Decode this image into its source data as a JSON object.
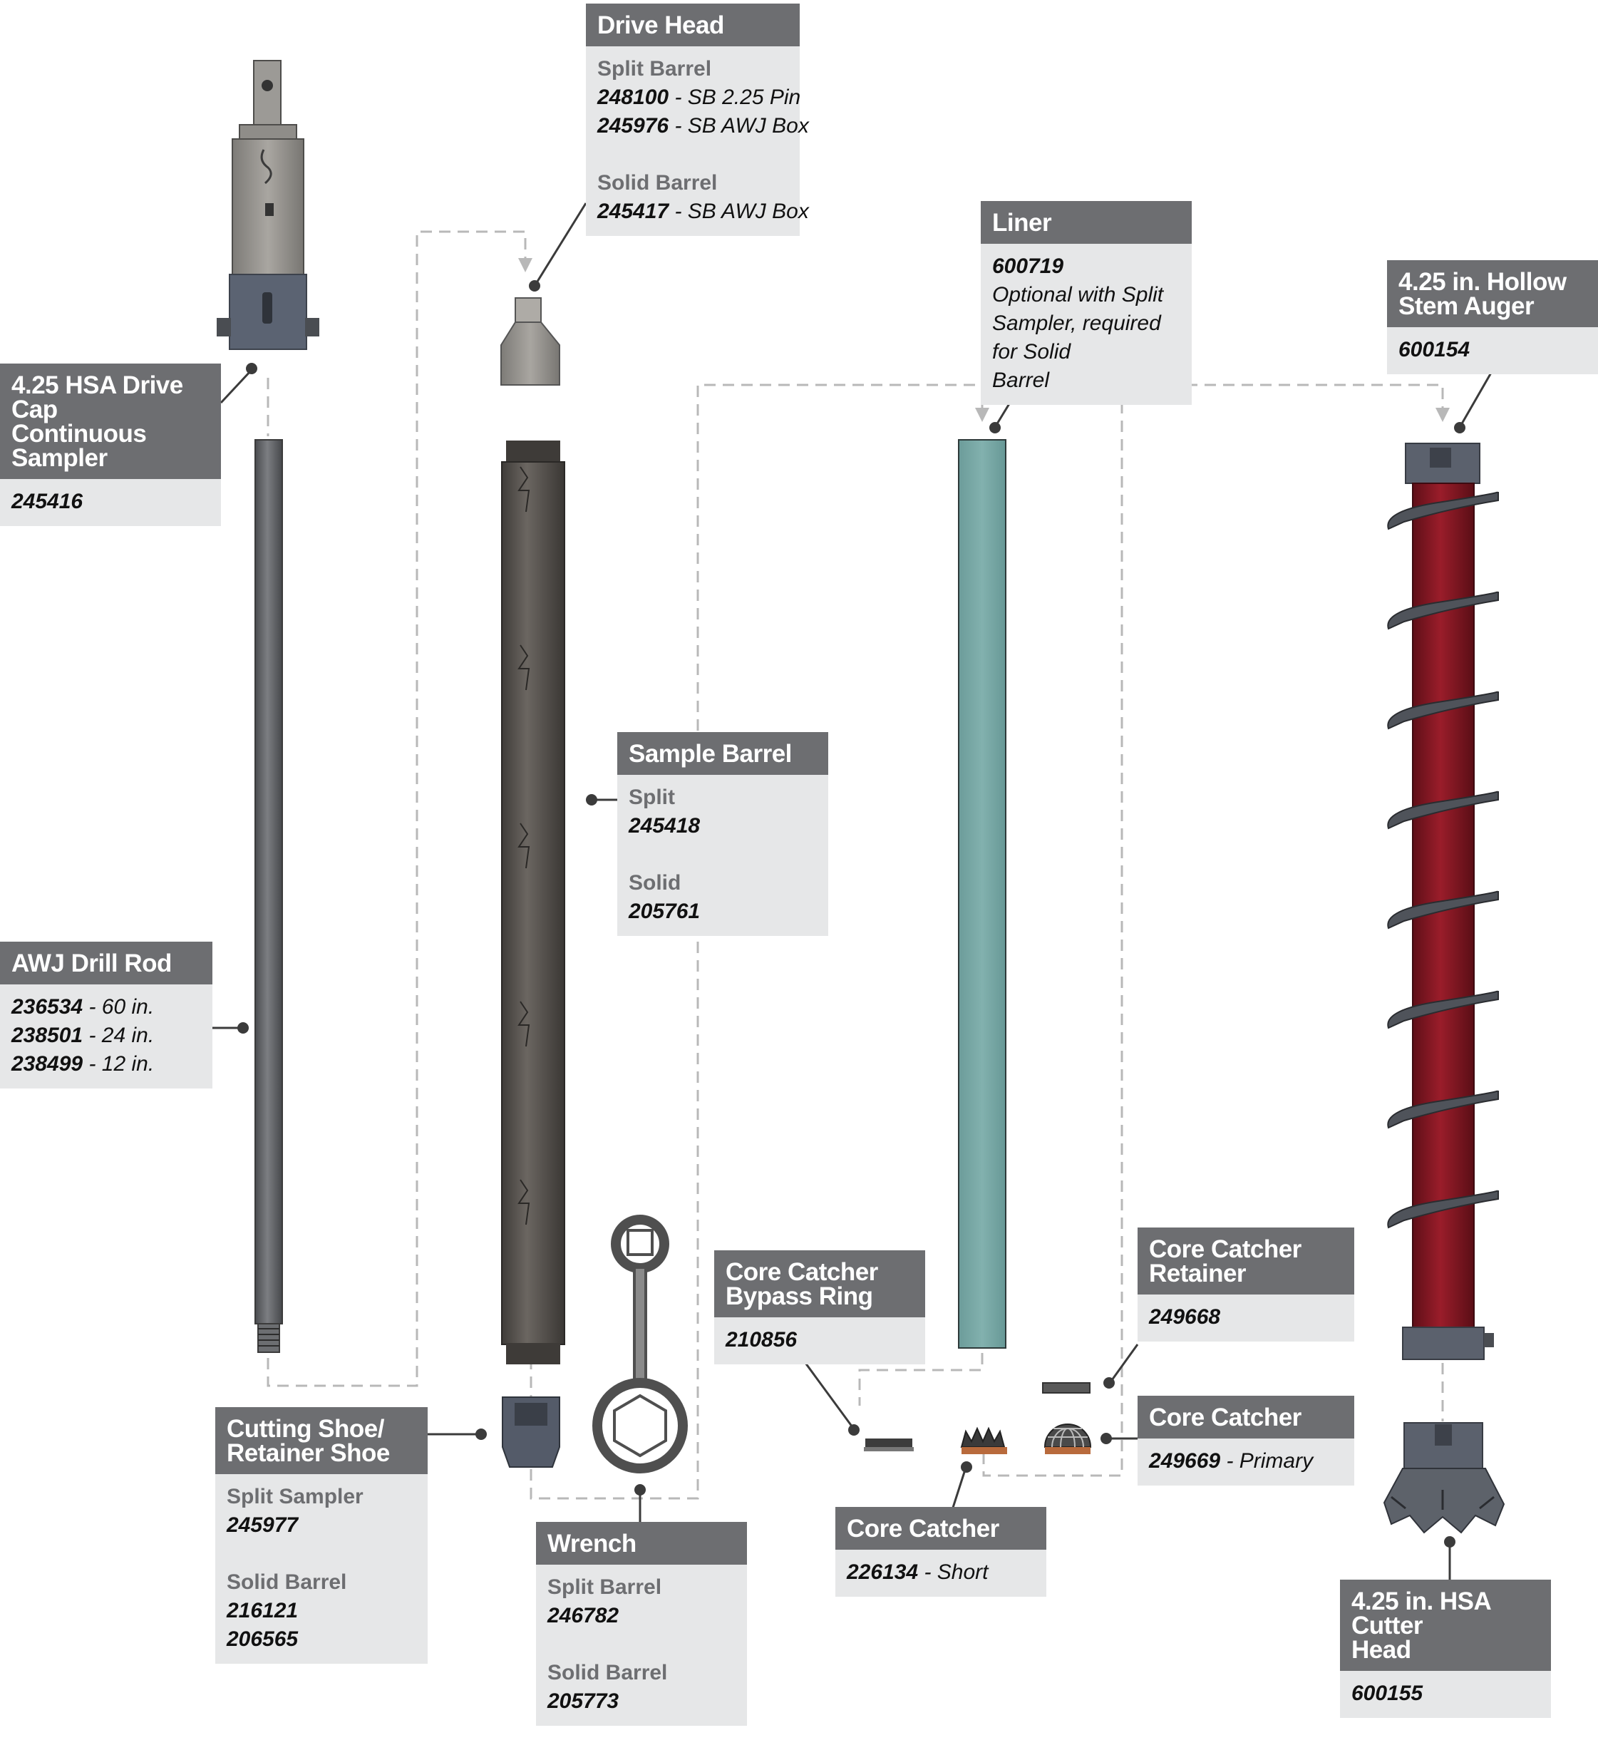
{
  "colors": {
    "header_bg": "#6d6e71",
    "body_bg": "#e6e7e8",
    "leader": "#3b3b3b",
    "dash": "#b8b8b8",
    "auger_flight": "#7a1520",
    "liner": "#76a6a4",
    "steel": "#66686b"
  },
  "callouts": {
    "drive_cap": {
      "title": "4.25 HSA Drive Cap\nContinuous Sampler",
      "p1": "245416"
    },
    "drive_head": {
      "title": "Drive Head",
      "g1_label": "Split Barrel",
      "g1_p1": "248100",
      "g1_d1": " - SB 2.25 Pin",
      "g1_p2": "245976",
      "g1_d2": " - SB AWJ Box",
      "g2_label": "Solid Barrel",
      "g2_p1": "245417",
      "g2_d1": " - SB AWJ Box"
    },
    "liner": {
      "title": "Liner",
      "p1": "600719",
      "note": "Optional with Split\nSampler, required for Solid\nBarrel"
    },
    "hollow_stem": {
      "title": "4.25 in. Hollow\nStem Auger",
      "p1": "600154"
    },
    "sample_barrel": {
      "title": "Sample Barrel",
      "g1_label": "Split",
      "g1_p1": "245418",
      "g2_label": "Solid",
      "g2_p1": "205761"
    },
    "drill_rod": {
      "title": "AWJ Drill Rod",
      "p1": "236534",
      "d1": " - 60 in.",
      "p2": "238501",
      "d2": " - 24 in.",
      "p3": "238499",
      "d3": " - 12 in."
    },
    "bypass_ring": {
      "title": "Core Catcher\nBypass Ring",
      "p1": "210856"
    },
    "catcher_retainer": {
      "title": "Core Catcher\nRetainer",
      "p1": "249668"
    },
    "core_catcher_primary": {
      "title": "Core Catcher",
      "p1": "249669",
      "d1": " - Primary"
    },
    "core_catcher_short": {
      "title": "Core Catcher",
      "p1": "226134",
      "d1": " - Short"
    },
    "cutting_shoe": {
      "title": "Cutting Shoe/\nRetainer Shoe",
      "g1_label": "Split Sampler",
      "g1_p1": "245977",
      "g2_label": "Solid Barrel",
      "g2_p1": "216121",
      "g2_p2": "206565"
    },
    "wrench": {
      "title": "Wrench",
      "g1_label": "Split Barrel",
      "g1_p1": "246782",
      "g2_label": "Solid Barrel",
      "g2_p1": "205773"
    },
    "cutter_head": {
      "title": "4.25 in. HSA Cutter\nHead",
      "p1": "600155"
    }
  }
}
